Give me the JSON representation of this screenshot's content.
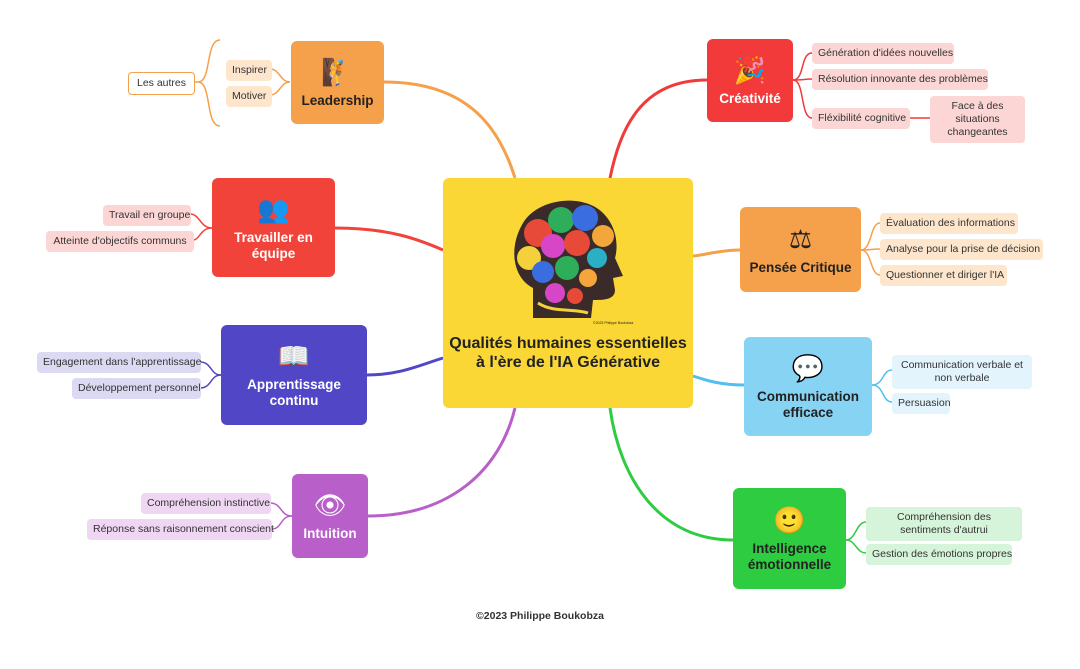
{
  "central": {
    "title": "Qualités humaines essentielles à l'ère de l'IA Générative",
    "image_caption": "©2023 Philippe Boukobza"
  },
  "footer": "©2023 Philippe Boukobza",
  "colors": {
    "leadership": "#f5a04a",
    "travailler": "#f2433b",
    "apprentissage": "#5046c6",
    "intuition": "#b85fc9",
    "creativite": "#f23a3a",
    "pensee": "#f5a04a",
    "communication": "#87d3f3",
    "intelligence": "#2ecc40",
    "central": "#fbd735"
  },
  "branches": {
    "leadership": {
      "label": "Leadership",
      "icon": "climber-icon",
      "children": [
        "Inspirer",
        "Motiver"
      ],
      "group_label": "Les autres"
    },
    "travailler": {
      "label": "Travailler en équipe",
      "icon": "team-icon",
      "children": [
        "Travail en groupe",
        "Atteinte d'objectifs communs"
      ]
    },
    "apprentissage": {
      "label": "Apprentissage continu",
      "icon": "book-icon",
      "children": [
        "Engagement dans l'apprentissage",
        "Développement personnel"
      ]
    },
    "intuition": {
      "label": "Intuition",
      "icon": "eye-icon",
      "children": [
        "Compréhension instinctive",
        "Réponse sans raisonnement conscient"
      ]
    },
    "creativite": {
      "label": "Créativité",
      "icon": "party-popper-icon",
      "children": [
        "Génération d'idées nouvelles",
        "Résolution innovante des problèmes",
        "Fléxibilité cognitive"
      ],
      "grandchild": "Face à des situations changeantes"
    },
    "pensee": {
      "label": "Pensée Critique",
      "icon": "scales-icon",
      "children": [
        "Évaluation des informations",
        "Analyse pour la prise de décision",
        "Questionner et diriger l'IA"
      ]
    },
    "communication": {
      "label": "Communication efficace",
      "icon": "speech-bubbles-icon",
      "children": [
        "Communication verbale et non verbale",
        "Persuasion"
      ]
    },
    "intelligence": {
      "label": "Intelligence émotionnelle",
      "icon": "smiley-icon",
      "children": [
        "Compréhension des sentiments d'autrui",
        "Gestion des émotions propres"
      ]
    }
  }
}
